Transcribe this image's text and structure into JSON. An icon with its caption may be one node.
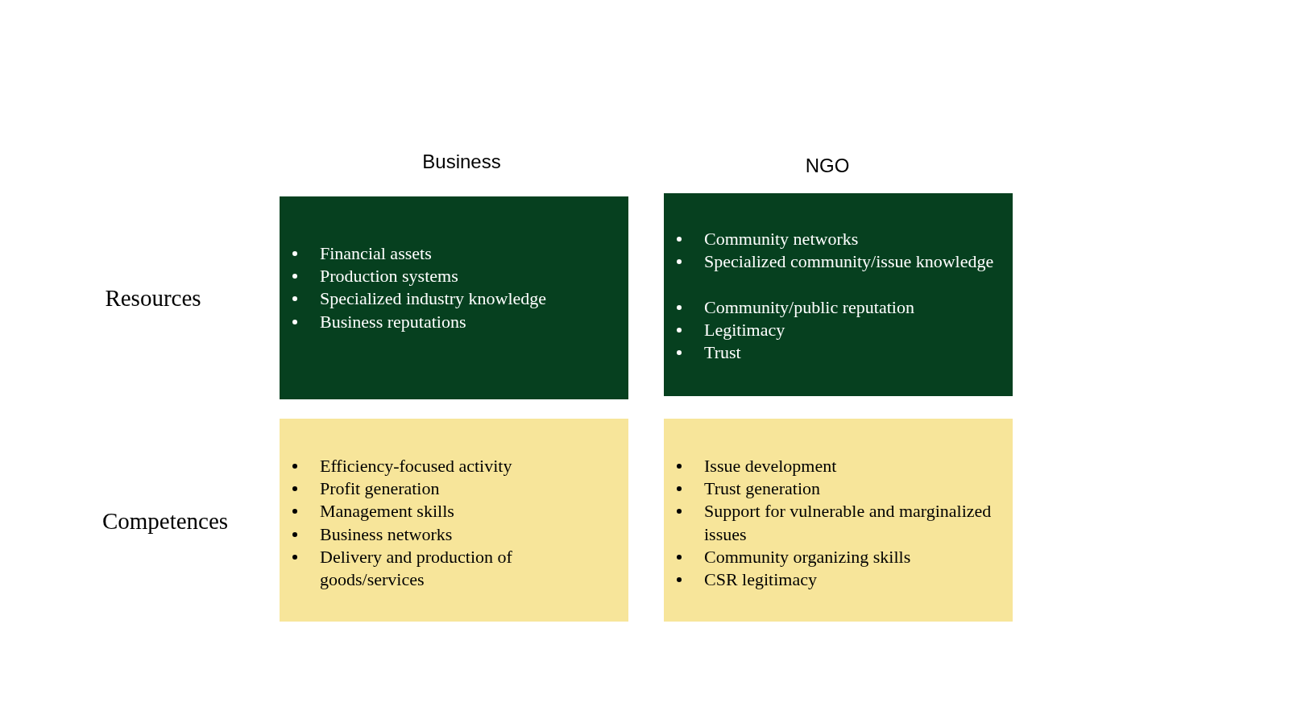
{
  "diagram": {
    "nodes": [
      {
        "text": [
          "Financial assets",
          "Production systems",
          "Specialized industry knowledge",
          "Business reputations"
        ]
      },
      {
        "text": [
          "Community networks",
          "Specialized community/issue knowledge",
          "Community/public reputation",
          "Legitimacy",
          "Trust"
        ]
      },
      {
        "text": [
          "Efficiency-focused activity",
          "Profit generation",
          "Management skills",
          "Business networks",
          "Delivery and production of goods/services"
        ]
      },
      {
        "text": [
          "Issue development",
          "Trust generation",
          "Support for vulnerable and marginalized issues",
          "Community organizing skills",
          "CSR legitimacy"
        ]
      }
    ],
    "labels": [
      "Business",
      "NGO",
      "Resources",
      "Competences"
    ]
  }
}
